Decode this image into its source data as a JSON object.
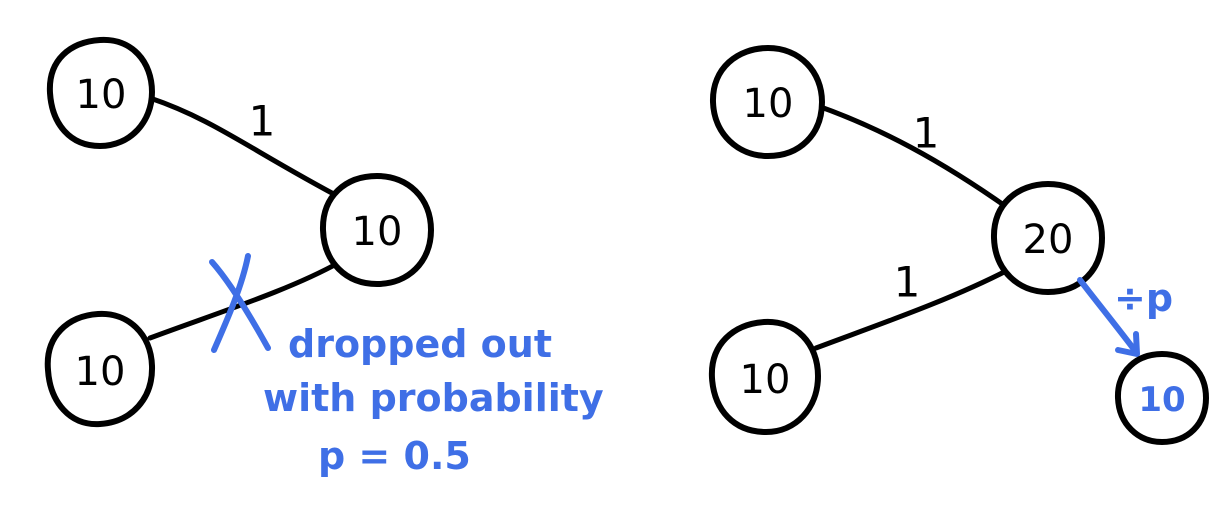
{
  "colors": {
    "ink": "#000000",
    "annotation": "#3f6fe6"
  },
  "left_network": {
    "node_top": "10",
    "node_middle": "10",
    "node_bottom": "10",
    "weight_top_edge": "1",
    "annotation_line1": "dropped out",
    "annotation_line2": "with probability",
    "annotation_line3": "p = 0.5"
  },
  "right_network": {
    "node_top": "10",
    "node_middle": "20",
    "node_bottom": "10",
    "node_output": "10",
    "weight_top_edge": "1",
    "weight_bottom_edge": "1",
    "scale_label": "÷p"
  }
}
